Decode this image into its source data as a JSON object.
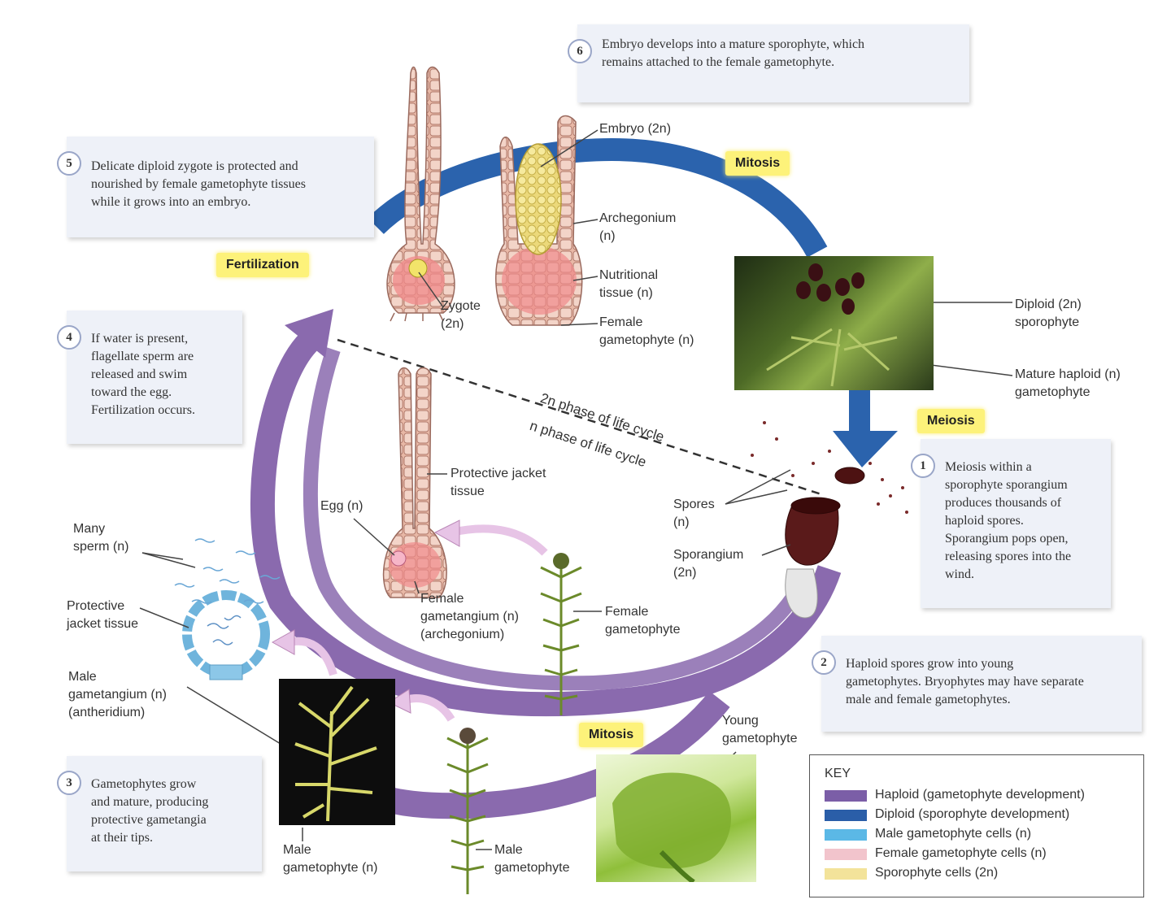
{
  "steps": [
    {
      "num": "1",
      "text": "Meiosis within a\nsporophyte sporangium\nproduces thousands of\nhaploid spores.\nSporangium pops open,\nreleasing spores into the\nwind."
    },
    {
      "num": "2",
      "text": "Haploid spores grow into young\ngametophytes. Bryophytes may have separate\nmale and female gametophytes."
    },
    {
      "num": "3",
      "text": "Gametophytes grow\nand mature, producing\nprotective gametangia\nat their tips."
    },
    {
      "num": "4",
      "text": "If water is present,\nflagellate sperm are\nreleased and swim\ntoward the egg.\nFertilization occurs."
    },
    {
      "num": "5",
      "text": "Delicate diploid zygote is protected and\nnourished by female gametophyte tissues\nwhile it grows into an embryo."
    },
    {
      "num": "6",
      "text": "Embryo develops into a mature sporophyte, which\nremains attached to the female gametophyte."
    }
  ],
  "process_labels": {
    "mitosis_top": "Mitosis",
    "meiosis": "Meiosis",
    "fertilization": "Fertilization",
    "mitosis_bottom": "Mitosis"
  },
  "phase_labels": {
    "diploid": "2n phase of life cycle",
    "haploid": "n phase of life cycle"
  },
  "labels": {
    "embryo": "Embryo (2n)",
    "archegonium": "Archegonium\n(n)",
    "nutritional_tissue": "Nutritional\ntissue (n)",
    "female_gametophyte_top": "Female\ngametophyte (n)",
    "zygote": "Zygote\n(2n)",
    "diploid_sporophyte": "Diploid (2n)\nsporophyte",
    "mature_haploid_gametophyte": "Mature haploid (n)\ngametophyte",
    "spores": "Spores\n(n)",
    "sporangium": "Sporangium\n(2n)",
    "protective_jacket_female": "Protective jacket\ntissue",
    "egg": "Egg (n)",
    "female_gametangium": "Female\ngametangium (n)\n(archegonium)",
    "female_gametophyte_mid": "Female\ngametophyte",
    "many_sperm": "Many\nsperm (n)",
    "protective_jacket_male": "Protective\njacket tissue",
    "male_gametangium": "Male\ngametangium (n)\n(antheridium)",
    "male_gametophyte_n": "Male\ngametophyte (n)",
    "male_gametophyte": "Male\ngametophyte",
    "young_gametophyte": "Young\ngametophyte"
  },
  "key": {
    "title": "KEY",
    "items": [
      {
        "label": "Haploid (gametophyte development)",
        "color": "#7b5ea7"
      },
      {
        "label": "Diploid (sporophyte development)",
        "color": "#2a5ea8"
      },
      {
        "label": "Male gametophyte cells (n)",
        "color": "#5bb8e6"
      },
      {
        "label": "Female gametophyte cells (n)",
        "color": "#f2c4cc"
      },
      {
        "label": "Sporophyte cells (2n)",
        "color": "#f3e39a"
      }
    ]
  },
  "colors": {
    "haploid_arrow": "#8a6aae",
    "diploid_arrow": "#2b63ad",
    "highlight": "#fdf27a",
    "box_bg": "#eef1f8"
  }
}
